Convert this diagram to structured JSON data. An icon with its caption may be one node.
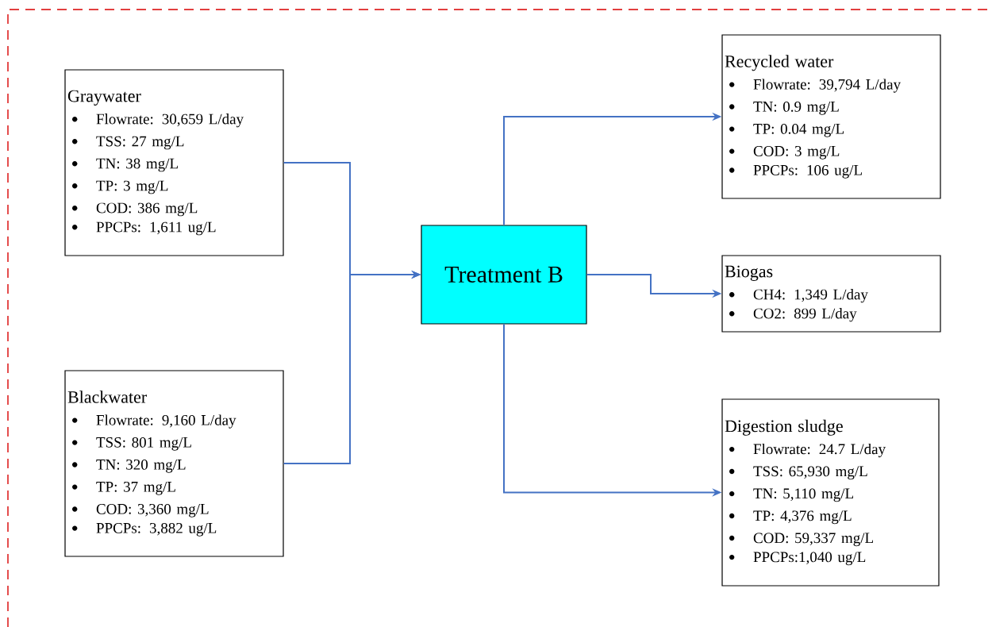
{
  "diagram": {
    "nodes": [
      {
        "text": [
          "Graywater",
          "Flowrate: 30,659 L/day",
          "TSS: 27 mg/L",
          "TN: 38 mg/L",
          "TP: 3 mg/L",
          "COD: 386 mg/L",
          "PPCPs: 1,611 ug/L"
        ]
      },
      {
        "text": [
          "Blackwater",
          "Flowrate: 9,160 L/day",
          "TSS: 801 mg/L",
          "TN: 320 mg/L",
          "TP: 37 mg/L",
          "COD: 3,360 mg/L",
          "PPCPs: 3,882 ug/L"
        ]
      },
      {
        "text": [
          "Treatment B"
        ]
      },
      {
        "text": [
          "Recycled water",
          "Flowrate: 39,794 L/day",
          "TN: 0.9 mg/L",
          "TP: 0.04 mg/L",
          "COD: 3 mg/L",
          "PPCPs: 106 ug/L"
        ]
      },
      {
        "text": [
          "Biogas",
          "CH4: 1,349 L/day",
          "CO2: 899 L/day"
        ]
      },
      {
        "text": [
          "Digestion sludge",
          "Flowrate: 24.7 L/day",
          "TSS: 65,930 mg/L",
          "TN: 5,110 mg/L",
          "TP: 4,376 mg/L",
          "COD: 59,337 mg/L",
          "PPCPs:1,040 ug/L"
        ]
      }
    ],
    "edges": [
      {
        "from": 0,
        "to": 2,
        "arrow": "to"
      },
      {
        "from": 1,
        "to": 2,
        "arrow": "to"
      },
      {
        "from": 2,
        "to": 3,
        "arrow": "to"
      },
      {
        "from": 2,
        "to": 4,
        "arrow": "to"
      },
      {
        "from": 2,
        "to": 5,
        "arrow": "to"
      }
    ]
  }
}
